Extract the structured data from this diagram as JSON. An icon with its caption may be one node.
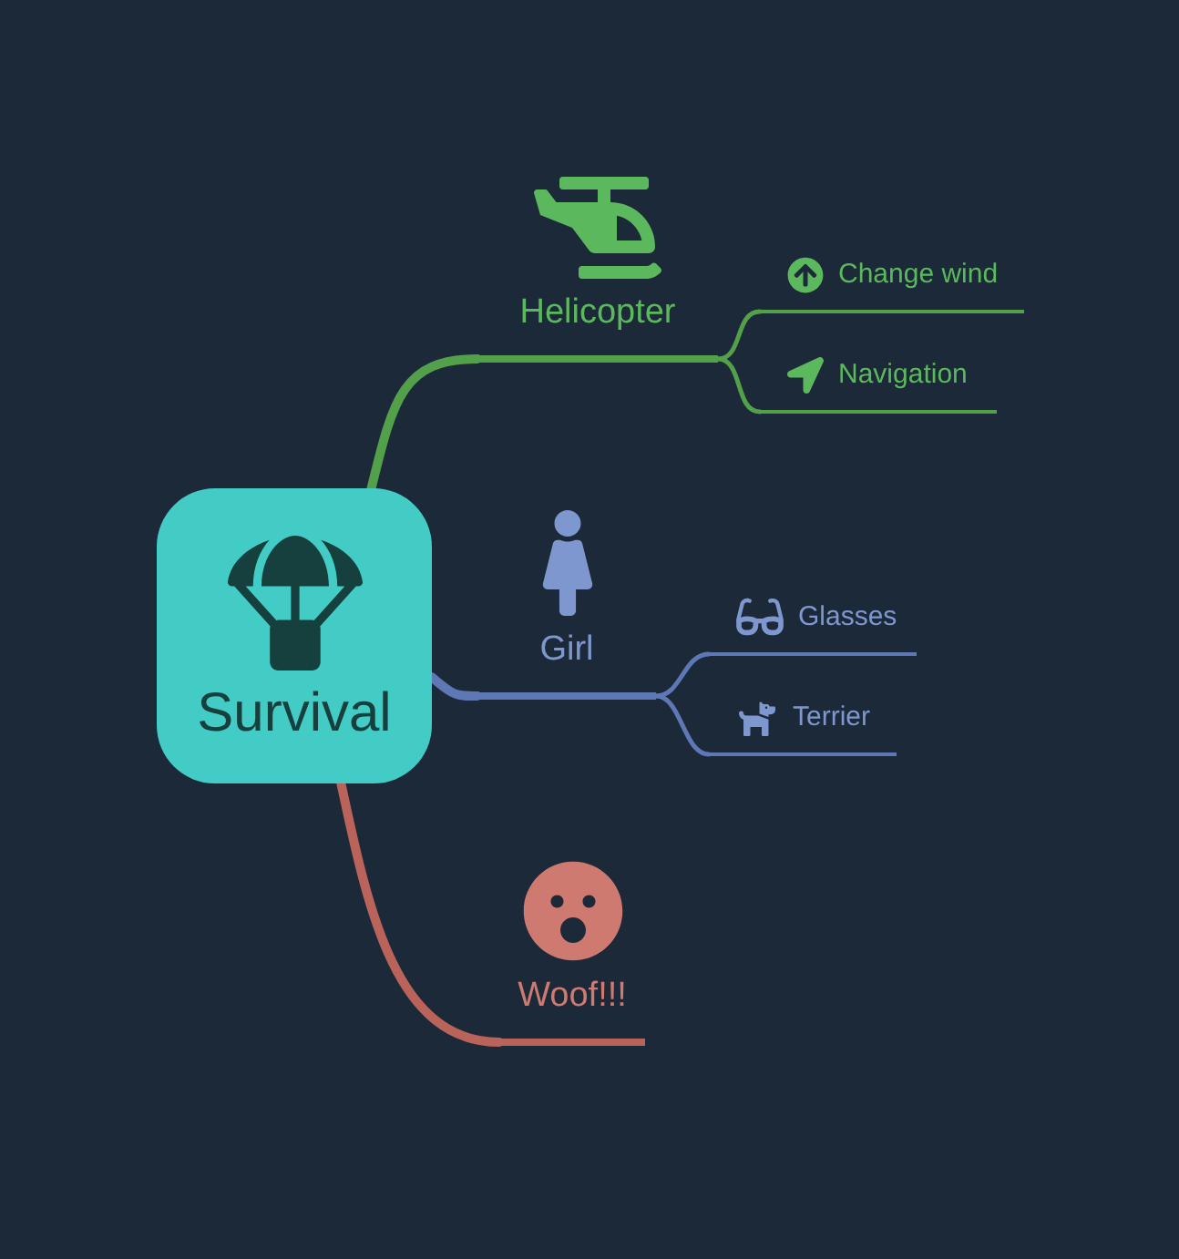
{
  "diagram": {
    "nodes": [
      {
        "text": [
          "Survival"
        ]
      },
      {
        "text": [
          "Helicopter"
        ]
      },
      {
        "text": [
          "Change wind"
        ]
      },
      {
        "text": [
          "Navigation"
        ]
      },
      {
        "text": [
          "Girl"
        ]
      },
      {
        "text": [
          "Glasses"
        ]
      },
      {
        "text": [
          "Terrier"
        ]
      },
      {
        "text": [
          "Woof!!!"
        ]
      }
    ],
    "edges": [
      {
        "from": 0,
        "to": 1,
        "arrow": "none",
        "style": "thick",
        "color": "#52a04a"
      },
      {
        "from": 1,
        "to": 2,
        "arrow": "none",
        "color": "#52a04a"
      },
      {
        "from": 1,
        "to": 3,
        "arrow": "none",
        "color": "#52a04a"
      },
      {
        "from": 0,
        "to": 4,
        "arrow": "none",
        "style": "thick",
        "color": "#5e78b6"
      },
      {
        "from": 4,
        "to": 5,
        "arrow": "none",
        "color": "#5e78b6"
      },
      {
        "from": 4,
        "to": 6,
        "arrow": "none",
        "color": "#5e78b6"
      },
      {
        "from": 0,
        "to": 7,
        "arrow": "none",
        "style": "thick",
        "color": "#b9635a"
      }
    ]
  }
}
